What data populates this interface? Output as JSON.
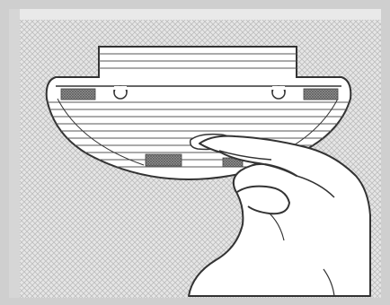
{
  "illustration": {
    "subject": "",
    "colors": {
      "outer_frame": "#c9c9c9",
      "pattern_bg": "#e6e6e6",
      "pattern_fg": "#bdbdbd",
      "panel_fill": "#ffffff",
      "ink": "#333333",
      "grey_pad": "#8a8a8a",
      "hand_fill": "#ffffff"
    },
    "elements": [
      "mop-bracket",
      "cloth-stripes",
      "velcro-pad",
      "mounting-hole",
      "hand"
    ]
  }
}
